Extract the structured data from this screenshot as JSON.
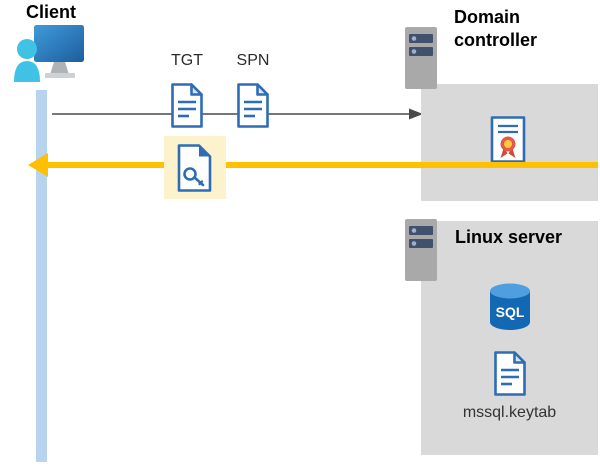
{
  "client": {
    "label": "Client"
  },
  "flow": {
    "tgt_label": "TGT",
    "spn_label": "SPN"
  },
  "domain_controller": {
    "label": "Domain controller"
  },
  "linux_server": {
    "label": "Linux server",
    "sql_badge": "SQL",
    "keytab_filename": "mssql.keytab"
  },
  "icons": {
    "client": "person-at-monitor-icon",
    "domain_controller": "server-icon",
    "linux_server": "server-icon",
    "tgt": "document-icon",
    "spn": "document-icon",
    "service_ticket": "document-key-icon",
    "certificate": "certificate-icon",
    "database": "sql-database-icon",
    "keytab": "document-icon"
  },
  "colors": {
    "box_gray": "#d9d9d9",
    "highlight_yellow": "#fcf3cd",
    "arrow_yellow": "#ffc000",
    "arrow_gray": "#4a4a4a",
    "document_blue": "#2e6db5",
    "lifeline_blue": "#b7d3ee",
    "sql_blue": "#1268b3",
    "person_teal": "#3fc2e4",
    "seal_red": "#e05a4e",
    "seal_gold": "#ffc83d"
  }
}
